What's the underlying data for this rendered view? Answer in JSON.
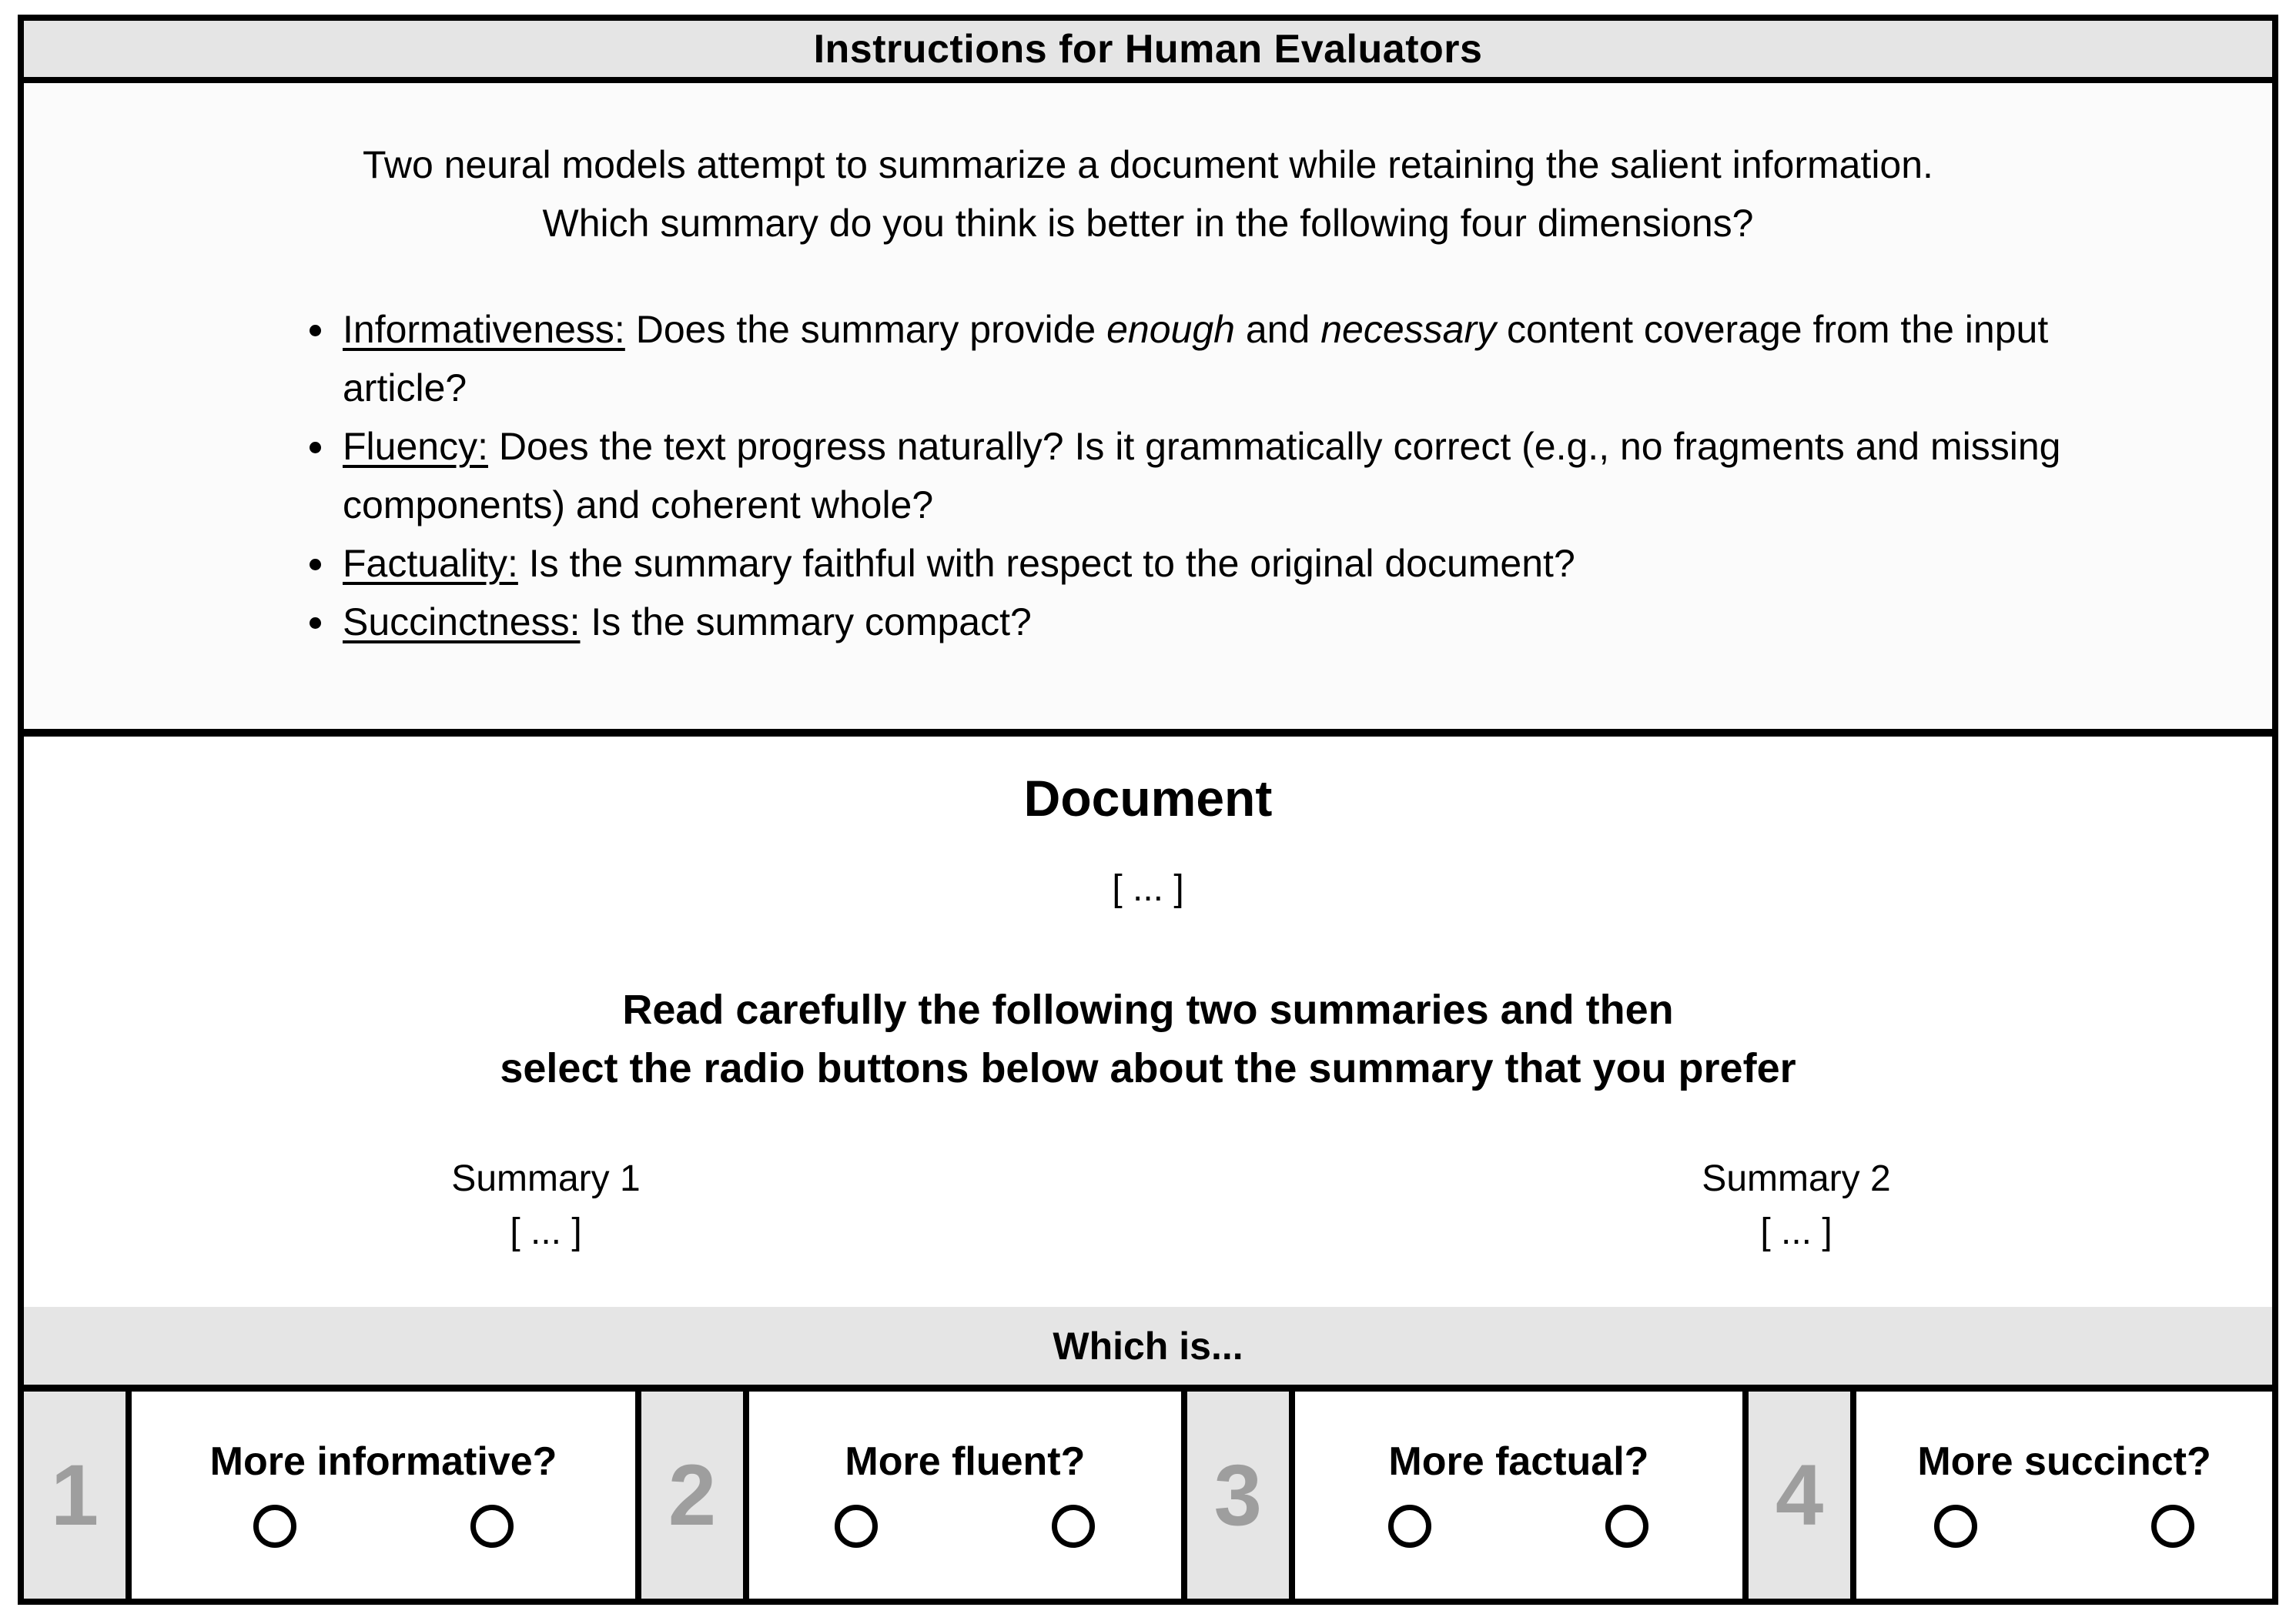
{
  "title": "Instructions for Human Evaluators",
  "instructions": {
    "intro_line1": "Two neural models attempt to summarize a document while retaining the salient information.",
    "intro_line2": "Which summary do you think is better in the following four dimensions?",
    "bullets": [
      {
        "term": "Informativeness:",
        "seg1": "Does the summary provide",
        "em1": "enough",
        "seg2": "and",
        "em2": "necessary",
        "seg3": "content coverage from the input article?"
      },
      {
        "term": "Fluency:",
        "seg1": "Does the text progress naturally? Is it grammatically correct (e.g., no fragments and missing components) and coherent whole?"
      },
      {
        "term": "Factuality:",
        "seg1": "Is the summary faithful with respect to the original document?"
      },
      {
        "term": "Succinctness:",
        "seg1": "Is the summary compact?"
      }
    ]
  },
  "document_section": {
    "heading": "Document",
    "placeholder": "[ ... ]",
    "read_line1": "Read carefully the following two summaries and then",
    "read_line2": "select the radio buttons below about the summary that you prefer",
    "summary1_label": "Summary 1",
    "summary1_placeholder": "[ ... ]",
    "summary2_label": "Summary 2",
    "summary2_placeholder": "[ ... ]"
  },
  "which_is_label": "Which is...",
  "questions": [
    {
      "number": "1",
      "label": "More informative?"
    },
    {
      "number": "2",
      "label": "More fluent?"
    },
    {
      "number": "3",
      "label": "More factual?"
    },
    {
      "number": "4",
      "label": "More succinct?"
    }
  ],
  "colors": {
    "bar_gray": "#e5e5e5",
    "instructions_bg": "#fbfbfb",
    "number_gray": "#9e9e9e",
    "border": "#000000"
  }
}
